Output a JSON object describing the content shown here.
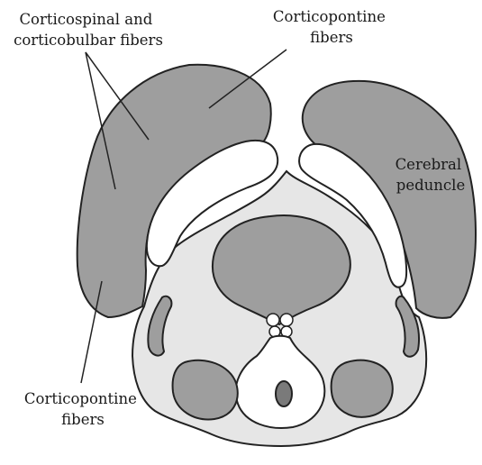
{
  "labels": {
    "cst_line1": "Corticospinal and",
    "cst_line2": "corticobulbar fibers",
    "cpt_top_line1": "Corticopontine",
    "cpt_top_line2": "fibers",
    "peduncle_line1": "Cerebral",
    "peduncle_line2": "peduncle",
    "cpt_bottom_line1": "Corticopontine",
    "cpt_bottom_line2": "fibers"
  },
  "colors": {
    "outline": "#222222",
    "peduncle_fill": "#9e9e9e",
    "tegmentum_fill": "#e6e6e6",
    "nucleus_fill": "#9e9e9e",
    "substantia_nigra_fill": "#ffffff",
    "aqueduct_fill": "#7a7a7a",
    "background": "#ffffff"
  }
}
